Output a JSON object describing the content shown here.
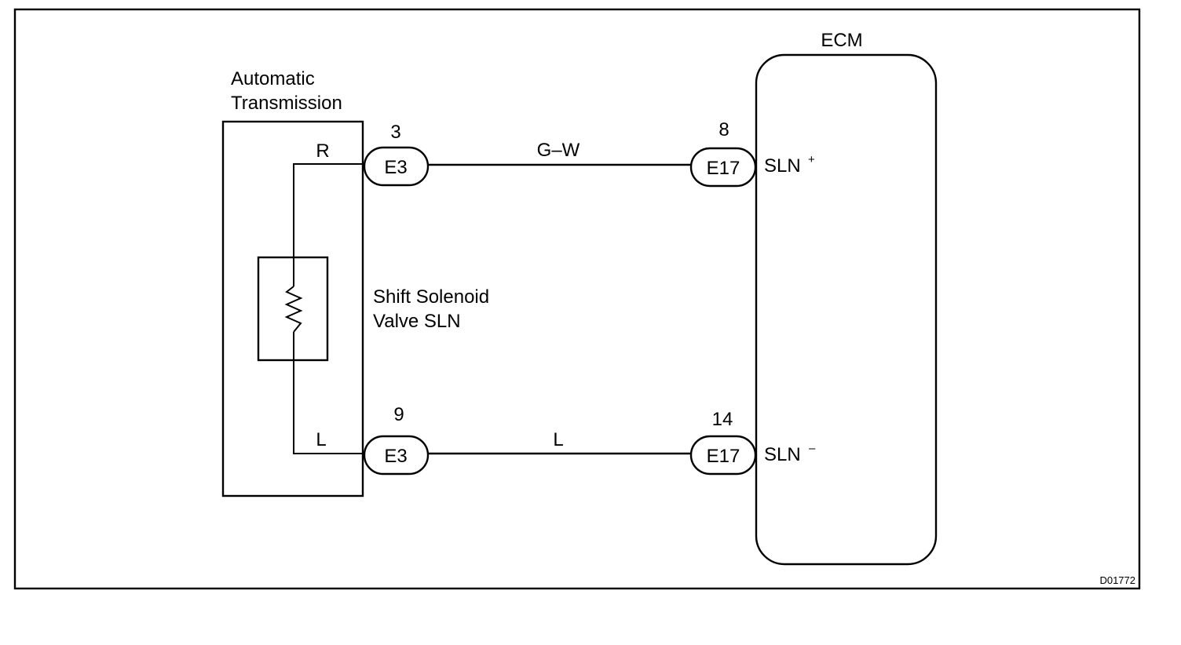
{
  "components": {
    "transmission": {
      "line1": "Automatic",
      "line2": "Transmission"
    },
    "ecm": {
      "label": "ECM"
    },
    "solenoid": {
      "line1": "Shift Solenoid",
      "line2": "Valve SLN"
    }
  },
  "connectors": {
    "e3_top": {
      "id": "E3",
      "pin": "3",
      "wire_inside": "R"
    },
    "e3_bottom": {
      "id": "E3",
      "pin": "9",
      "wire_inside": "L"
    },
    "e17_top": {
      "id": "E17",
      "pin": "8",
      "terminal": "SLN",
      "terminal_sign": "+"
    },
    "e17_bottom": {
      "id": "E17",
      "pin": "14",
      "terminal": "SLN",
      "terminal_sign": "–"
    }
  },
  "wires": {
    "top": {
      "color_code": "G–W"
    },
    "bottom": {
      "color_code": "L"
    }
  },
  "figure_code": "D01772"
}
